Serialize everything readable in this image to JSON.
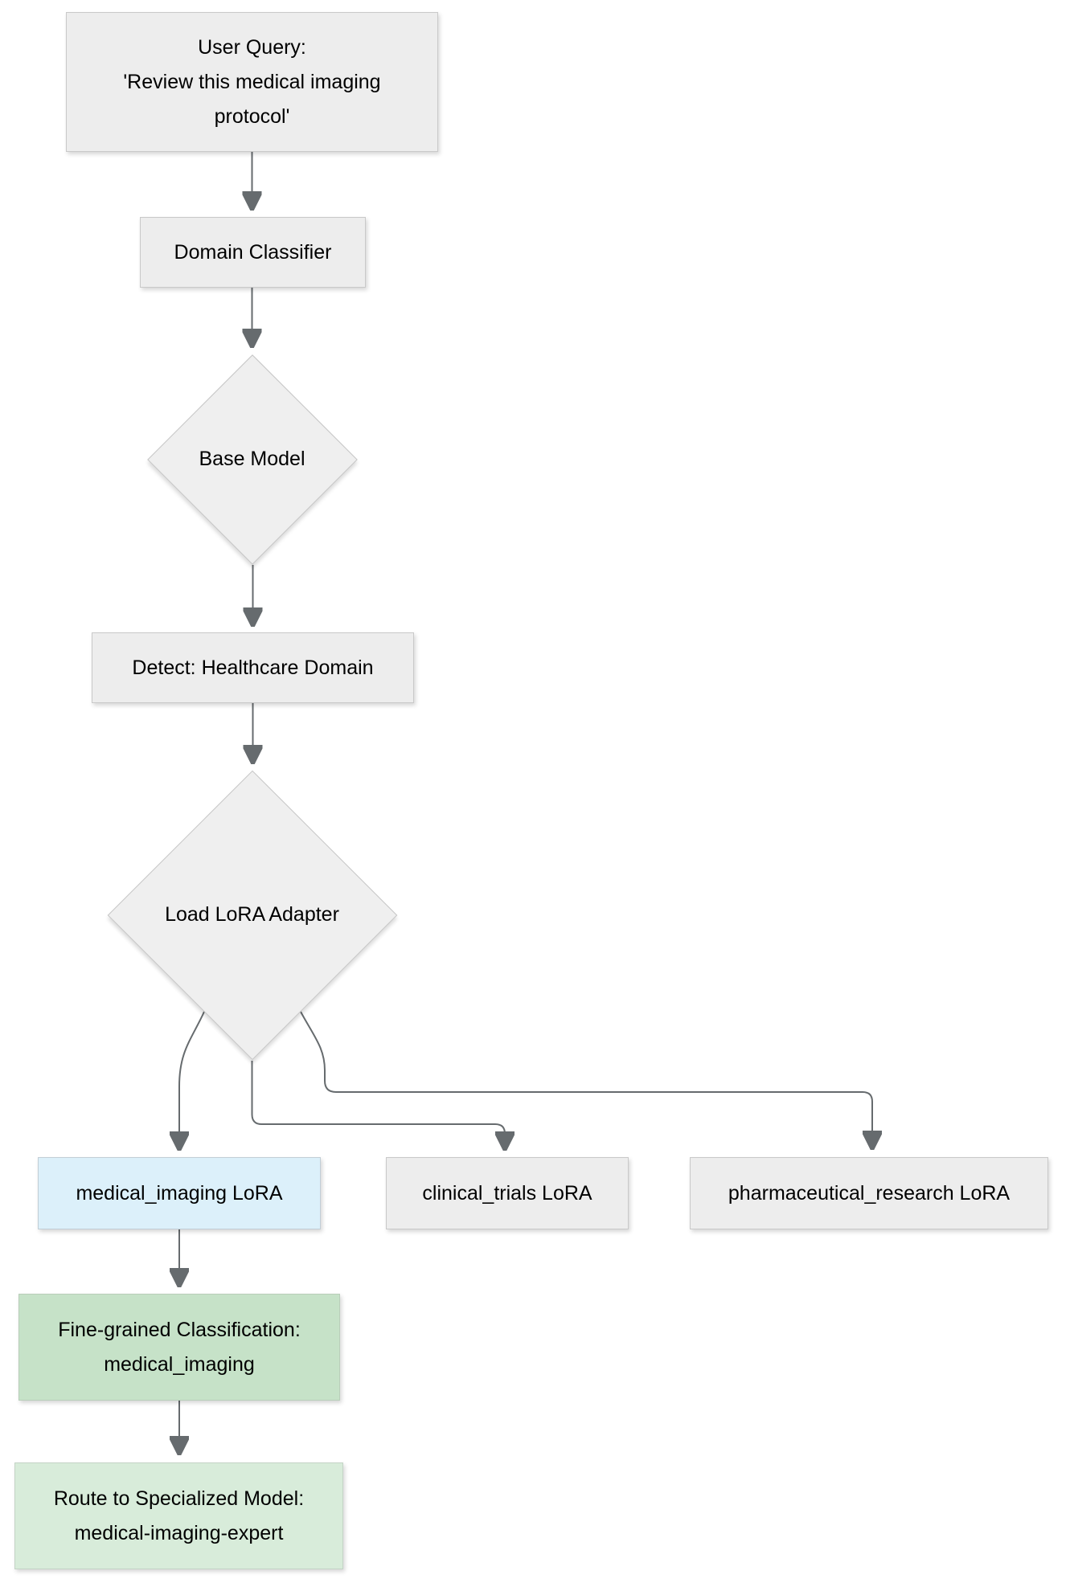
{
  "diagram": {
    "background": "#ffffff",
    "edge_color": "#666b6e",
    "text_color": "#000000",
    "nodes": {
      "user_query": {
        "shape": "rect",
        "fill": "#ededed",
        "border": "#c9c9c9",
        "lines": [
          "User Query:",
          "'Review this medical imaging",
          "protocol'"
        ]
      },
      "domain_classifier": {
        "shape": "rect",
        "fill": "#ededed",
        "border": "#c9c9c9",
        "label": "Domain Classifier"
      },
      "base_model": {
        "shape": "diamond",
        "fill": "#efefef",
        "border": "#c6c6c6",
        "label": "Base Model"
      },
      "detect_healthcare": {
        "shape": "rect",
        "fill": "#ededed",
        "border": "#c9c9c9",
        "label": "Detect: Healthcare Domain"
      },
      "load_lora_adapter": {
        "shape": "diamond",
        "fill": "#efefef",
        "border": "#c6c6c6",
        "label": "Load LoRA Adapter"
      },
      "medical_imaging_lora": {
        "shape": "rect",
        "fill": "#dcf0fa",
        "border": "#c2ced6",
        "label": "medical_imaging LoRA"
      },
      "clinical_trials_lora": {
        "shape": "rect",
        "fill": "#ededed",
        "border": "#c9c9c9",
        "label": "clinical_trials LoRA"
      },
      "pharmaceutical_research_lora": {
        "shape": "rect",
        "fill": "#ededed",
        "border": "#c9c9c9",
        "label": "pharmaceutical_research LoRA"
      },
      "fine_grained_classification": {
        "shape": "rect",
        "fill": "#c6e2c8",
        "border": "#b9ceba",
        "lines": [
          "Fine-grained Classification:",
          "medical_imaging"
        ]
      },
      "route_to_specialized": {
        "shape": "rect",
        "fill": "#d8ecda",
        "border": "#c4d4c6",
        "lines": [
          "Route to Specialized Model:",
          "medical-imaging-expert"
        ]
      }
    }
  }
}
